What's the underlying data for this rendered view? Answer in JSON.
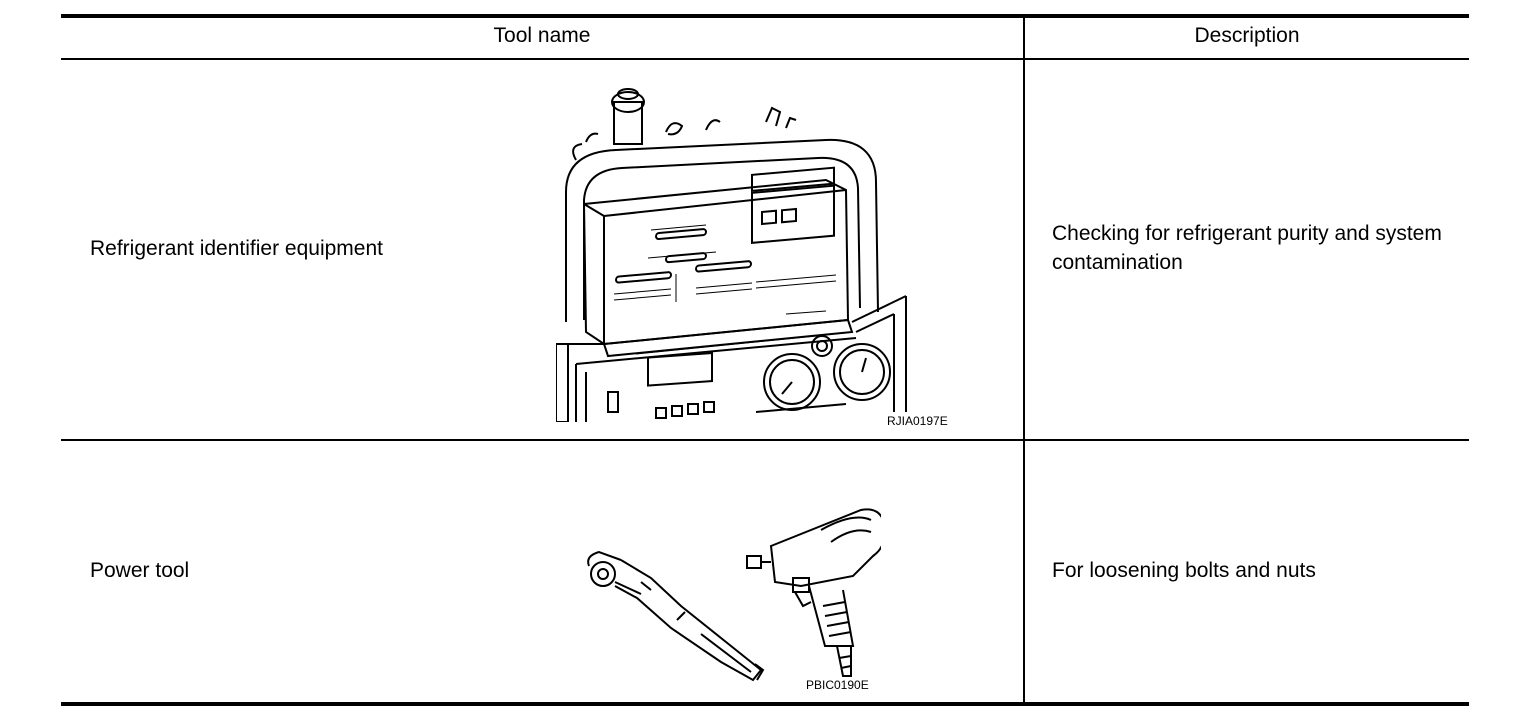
{
  "table": {
    "headers": {
      "tool_name": "Tool name",
      "description": "Description"
    },
    "rows": [
      {
        "tool_name": "Refrigerant identifier equipment",
        "image_code": "RJIA0197E",
        "description": "Checking for refrigerant purity and system contamination"
      },
      {
        "tool_name": "Power tool",
        "image_code": "PBIC0190E",
        "description": "For loosening bolts and nuts"
      }
    ]
  }
}
